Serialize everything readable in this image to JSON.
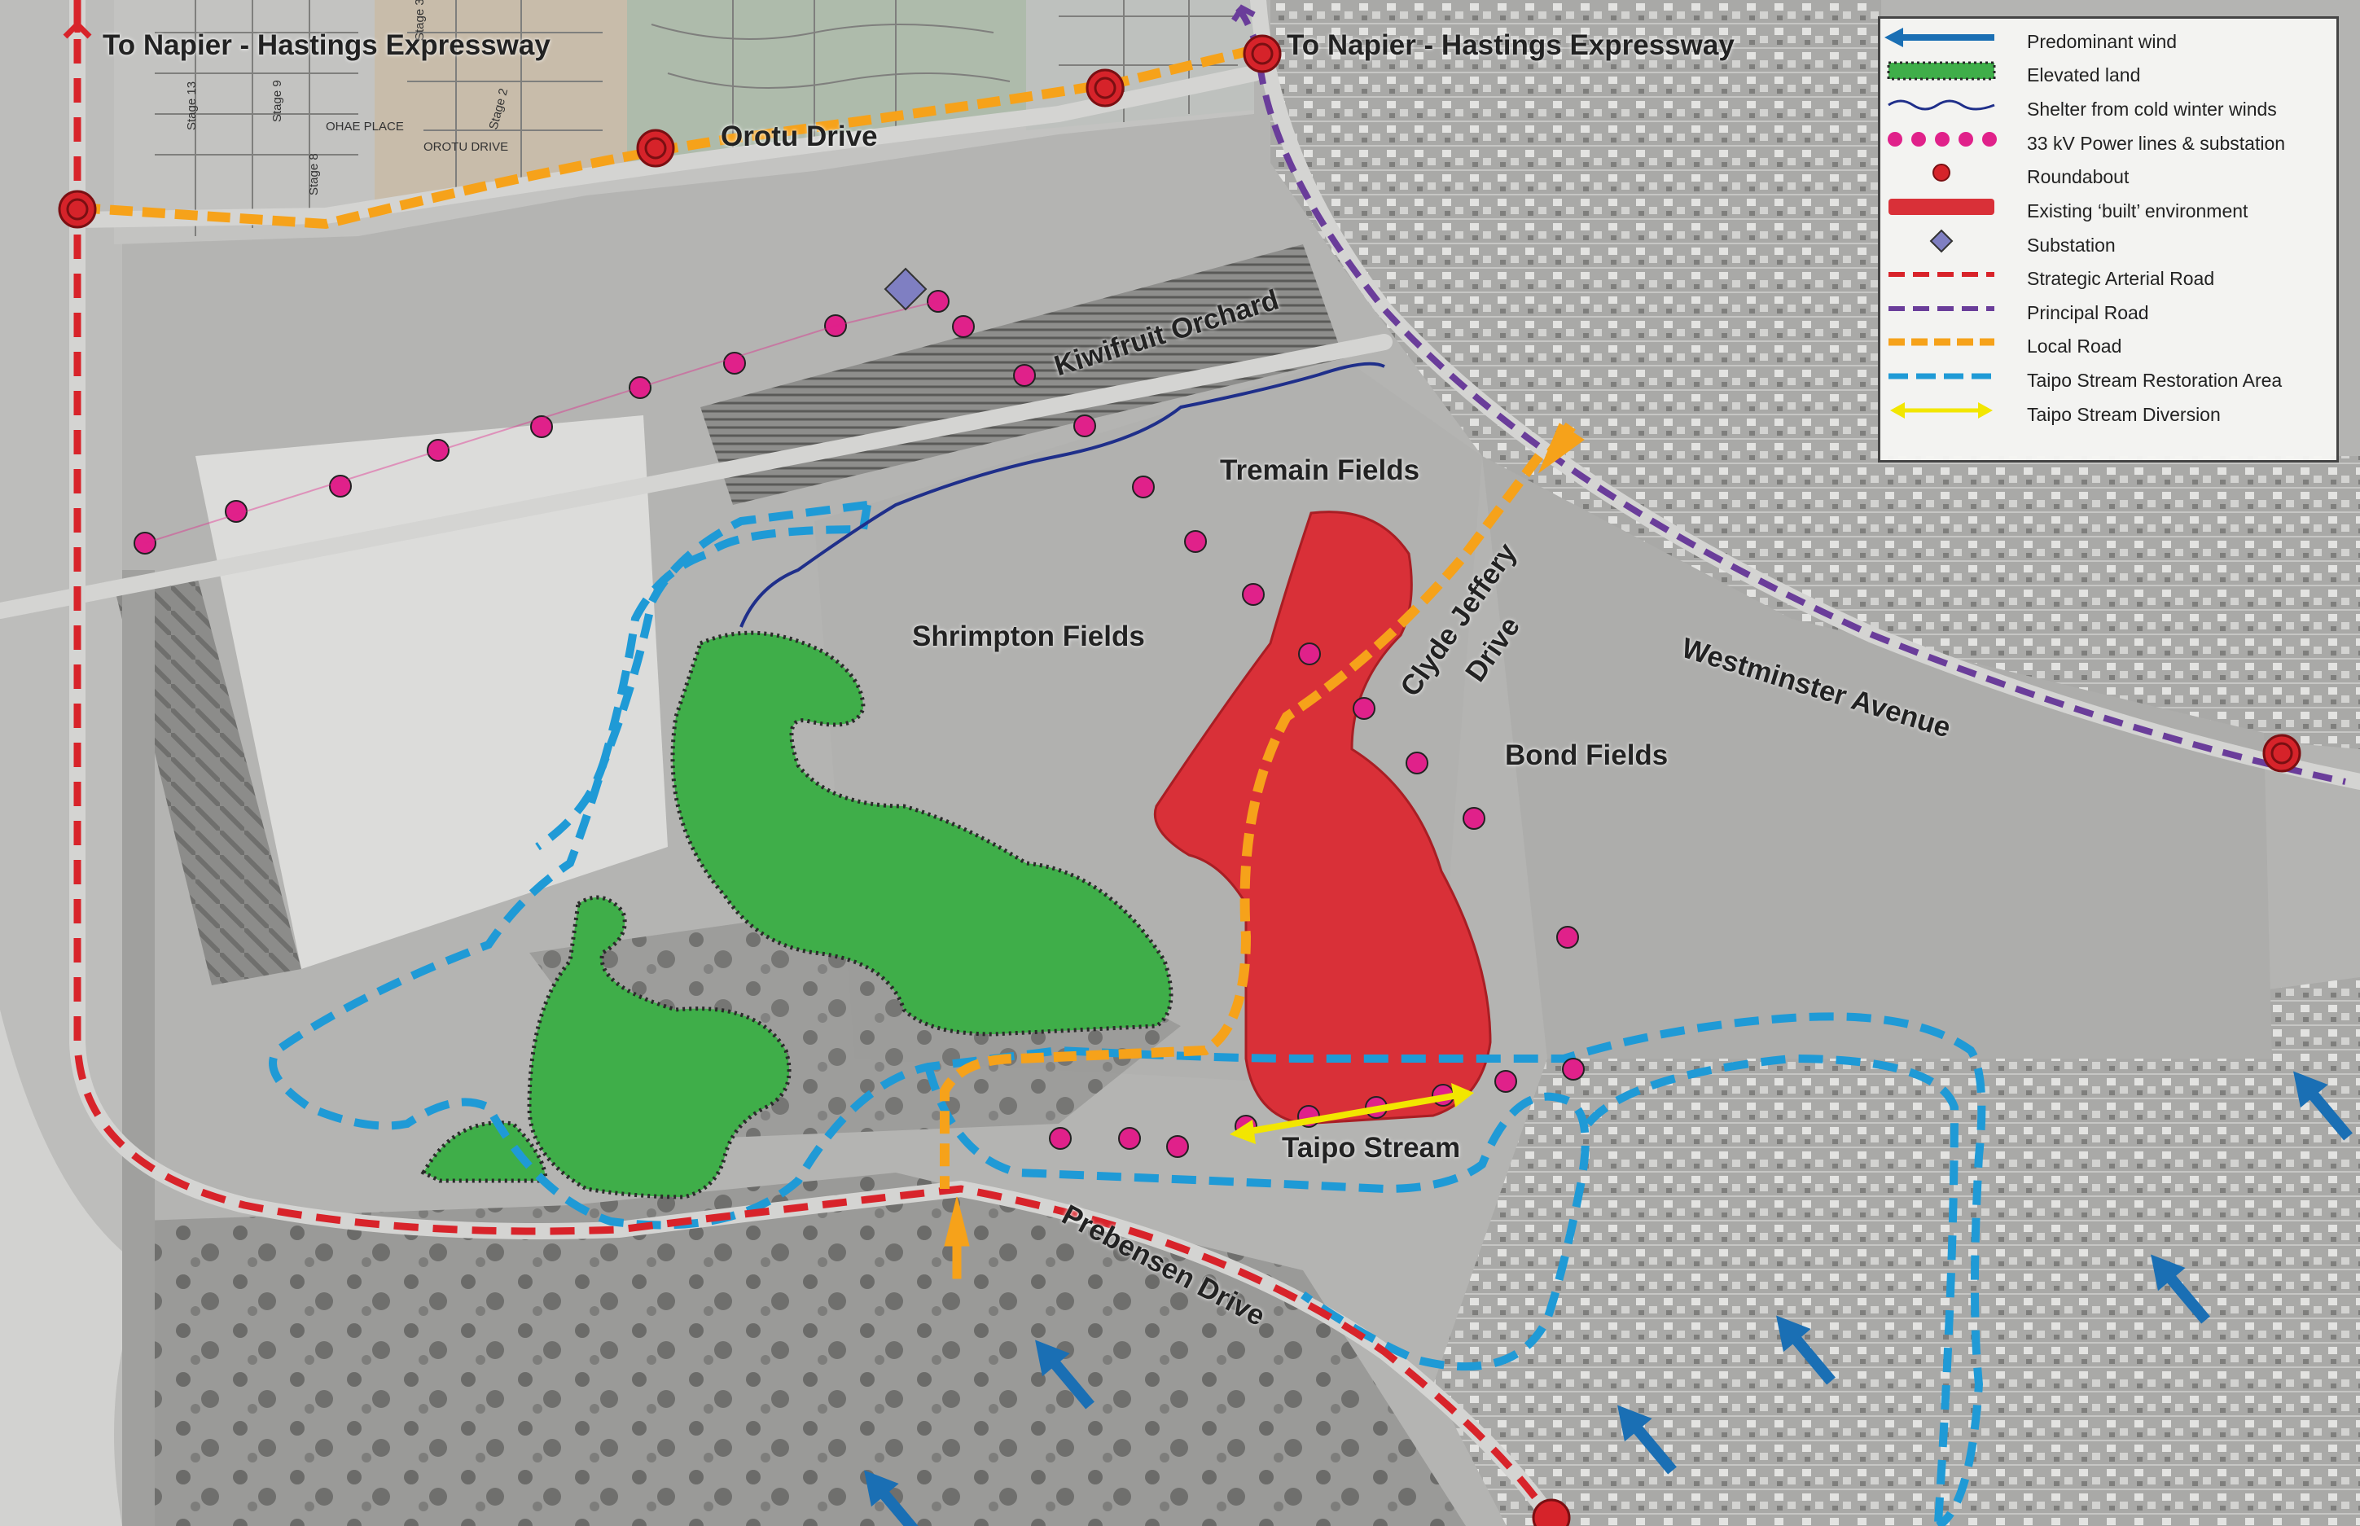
{
  "map": {
    "place_labels": {
      "to_expressway_west": "To Napier - Hastings Expressway",
      "to_expressway_east": "To Napier - Hastings Expressway",
      "orotu_drive": "Orotu Drive",
      "kiwifruit_orchard": "Kiwifruit Orchard",
      "tremain_fields": "Tremain Fields",
      "shrimpton_fields": "Shrimpton Fields",
      "clyde_jeffery_drive_1": "Clyde Jeffery",
      "clyde_jeffery_drive_2": "Drive",
      "westminster_avenue": "Westminster Avenue",
      "bond_fields": "Bond Fields",
      "taipo_stream": "Taipo Stream",
      "prebensen_drive": "Prebensen Drive"
    },
    "subdivision_labels": [
      "Stage 13",
      "Stage 9",
      "Stage 8",
      "Stage 2",
      "Stage 3",
      "OROTU DRIVE",
      "OHAE PLACE"
    ],
    "colors": {
      "wind": "#1a6fb4",
      "elevated_land": "#3fae49",
      "shelter": "#1f2f8a",
      "power": "#e0218a",
      "roundabout": "#d6232a",
      "built": "#d93038",
      "substation": "#7f7fc2",
      "strategic_road": "#d8232a",
      "principal_road": "#6a3d9a",
      "local_road": "#f6a21a",
      "restoration": "#1f9ad6",
      "diversion": "#f2e600"
    }
  },
  "legend": {
    "items": [
      {
        "symbol": "wind-arrow",
        "label": "Predominant wind"
      },
      {
        "symbol": "elevated-swatch",
        "label": "Elevated land"
      },
      {
        "symbol": "shelter-line",
        "label": "Shelter from cold winter winds"
      },
      {
        "symbol": "power-dots",
        "label": "33 kV Power lines & substation"
      },
      {
        "symbol": "roundabout-dot",
        "label": "Roundabout"
      },
      {
        "symbol": "built-swatch",
        "label": "Existing ‘built’ environment"
      },
      {
        "symbol": "substation-diamond",
        "label": "Substation"
      },
      {
        "symbol": "strategic-line",
        "label": "Strategic Arterial Road"
      },
      {
        "symbol": "principal-line",
        "label": "Principal Road"
      },
      {
        "symbol": "local-line",
        "label": "Local Road"
      },
      {
        "symbol": "restoration-line",
        "label": "Taipo Stream Restoration Area"
      },
      {
        "symbol": "diversion-arrow",
        "label": "Taipo Stream Diversion"
      }
    ]
  }
}
